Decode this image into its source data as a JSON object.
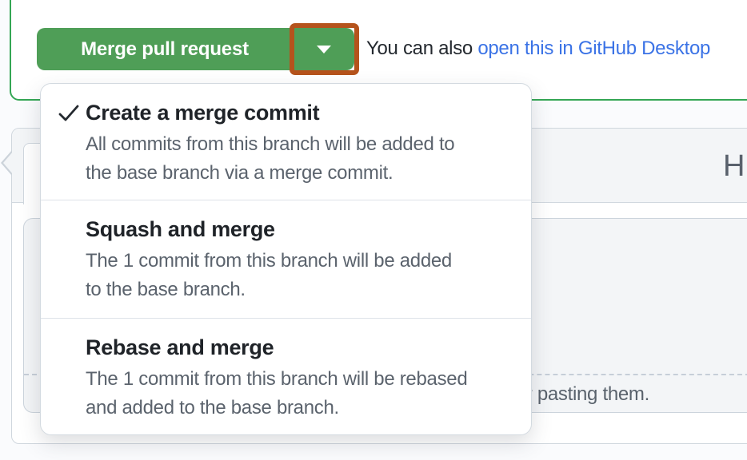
{
  "merge_box": {
    "merge_button": {
      "label": "Merge pull request"
    },
    "dropdown_toggle": {
      "icon": "caret-down-icon"
    },
    "annotation": {
      "shape": "rectangle-outline",
      "color": "#b5531c"
    },
    "hint": {
      "prefix": "You can also ",
      "link_text": "open this in GitHub Desktop",
      "link_color": "#3b73e6"
    },
    "colors": {
      "button_green": "#4f9e57",
      "box_border_green": "#34a654"
    }
  },
  "merge_options_menu": {
    "items": [
      {
        "selected": true,
        "icon": "check-icon",
        "title": "Create a merge commit",
        "lines": [
          "All commits from this branch will be added to",
          "the base branch via a merge commit."
        ]
      },
      {
        "selected": false,
        "title": "Squash and merge",
        "lines": [
          "The 1 commit from this branch will be added",
          "to the base branch."
        ]
      },
      {
        "selected": false,
        "title": "Rebase and merge",
        "lines": [
          "The 1 commit from this branch will be rebased",
          "and added to the base branch."
        ]
      }
    ]
  },
  "comment_form": {
    "toolbar": {
      "heading_icon": "H"
    },
    "attach_hint": "Attach files by dragging & dropping, selecting or pasting them."
  }
}
